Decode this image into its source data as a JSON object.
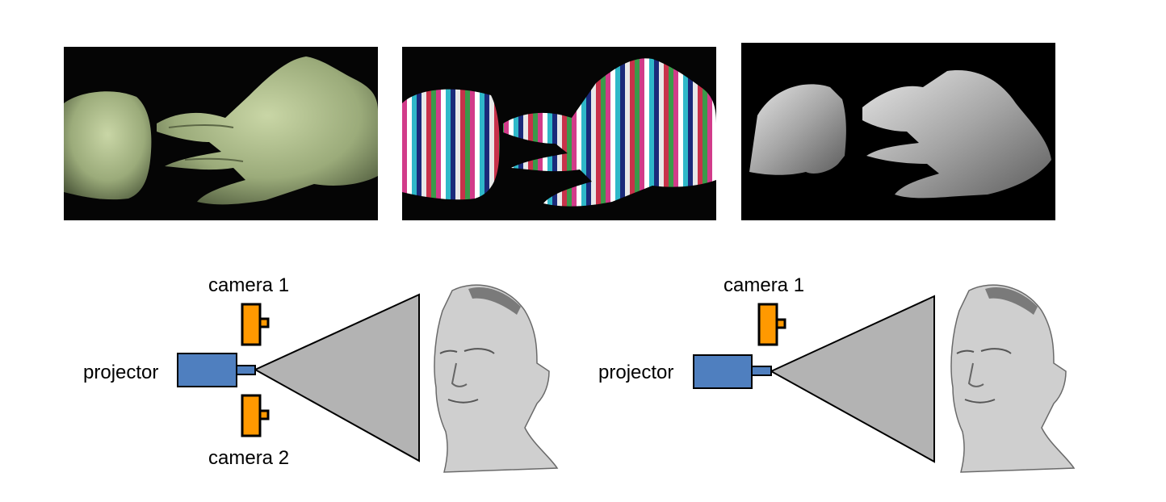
{
  "figure": {
    "photos": [
      {
        "name": "hands-texture-photo",
        "description_hidden": true
      },
      {
        "name": "hands-stripe-pattern-photo",
        "description_hidden": true
      },
      {
        "name": "hands-3d-reconstruction",
        "description_hidden": true
      }
    ],
    "left_diagram": {
      "camera1_label": "camera 1",
      "camera2_label": "camera 2",
      "projector_label": "projector"
    },
    "right_diagram": {
      "camera1_label": "camera 1",
      "projector_label": "projector"
    },
    "colors": {
      "camera": "#ff9900",
      "projector": "#4f7fbf",
      "frustum": "#b3b3b3",
      "outline": "#000000"
    }
  }
}
